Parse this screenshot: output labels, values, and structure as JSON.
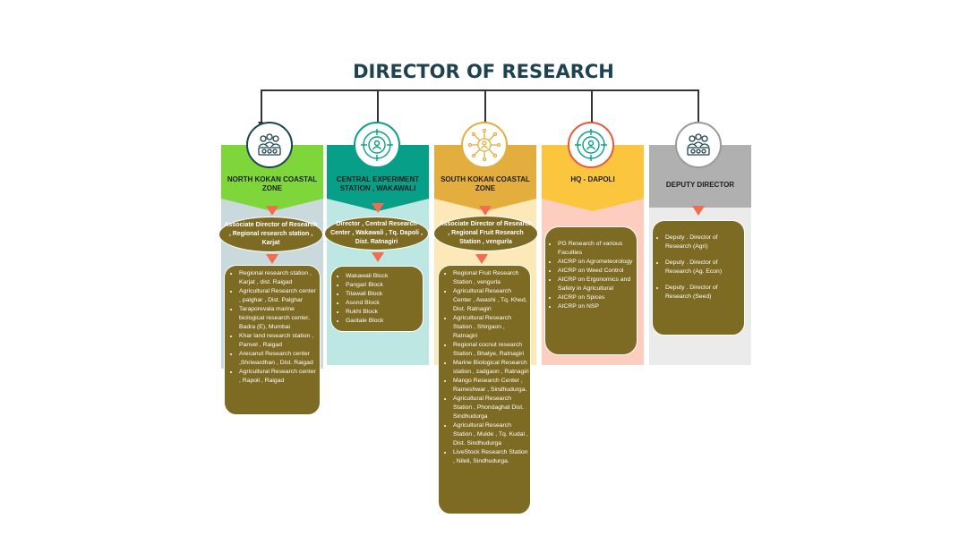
{
  "title": "DIRECTOR OF RESEARCH",
  "colors": {
    "title": "#1f4250",
    "arrow": "#f26d4f",
    "box": "#7d6b24"
  },
  "columns": [
    {
      "icon": "team-icon",
      "band_color": "#7fd63b",
      "bg_color": "#c9d9dc",
      "header": "NORTH KOKAN COASTAL ZONE",
      "sub": "Associate Director of Research , Regional research station , Karjat",
      "items": [
        "Regional research station , Karjat , dist. Raigad",
        "Agricultural Research center , palghar , Dist. Palghar",
        "Taraporevala  marine biological research center, Badra (E), Mumbai",
        "Khar land research station , Panvel , Raigad",
        "Arecanut Research center ,Shriwardhan , Dist. Raigad",
        "Agricultural Research center , Rapoli , Raigad"
      ]
    },
    {
      "icon": "target-person-icon",
      "band_color": "#079f88",
      "bg_color": "#bde7e2",
      "header": "CENTRAL EXPERIMENT STATION , WAKAWALI",
      "sub": "Director , Central Research Center , Wakawali , Tq. Dapoli , Dist. Ratnagiri",
      "items": [
        "Wakawali Block",
        "Pangari Block",
        "Titawali Block",
        "Asond Block",
        "Rukhi Block",
        "Gaotale Block"
      ]
    },
    {
      "icon": "network-person-icon",
      "band_color": "#e4ae3f",
      "bg_color": "#fde8b8",
      "header": "SOUTH KOKAN COASTAL ZONE",
      "sub": "Associate Director of Research , Regional Fruit Research Station , vengurla",
      "items": [
        "Regional Fruit Research Station , vengurla",
        "Agricultural Research Center , Awashi , Tq. Khed, Dist. Ratnagiri",
        "Agricultural Research Station , Shirgaon , Ratnagiri",
        "Regional cocnut research Station , Bhatye, Ratnagiri",
        "Marine Biological Research station , zadgaon , Ratnagiri",
        "Mango Research Center , Rameshwar , Sindhudurga.",
        "Agricultural Research Station , Phondaghat Dist. Sindhudurga",
        "Agricultural Research Station , Mulde , Tq. Kudal , Dist. Sindhudurga",
        "LiveStock Research Station , Nileli, Sindhudurga."
      ]
    },
    {
      "icon": "target-person-icon",
      "band_color": "#fbc53e",
      "bg_color": "#fdcdc0",
      "header": "HQ - DAPOLI",
      "items": [
        "PG Research of various Faculties",
        "AICRP on Agrometeorology",
        "AICRP on Weed Control",
        "AICRP on Ergonomics and Safety in Agricultural",
        "AICRP on Spices",
        "AICRP on NSP"
      ]
    },
    {
      "icon": "team-icon",
      "band_color": "#b0b0b0",
      "bg_color": "#ebebeb",
      "header": "DEPUTY DIRECTOR",
      "items": [
        "Deputy . Director of Research (Agri)",
        "Deputy . Director of Research (Ag. Econ)",
        "Deputy . Director of Research (Seed)"
      ]
    }
  ]
}
